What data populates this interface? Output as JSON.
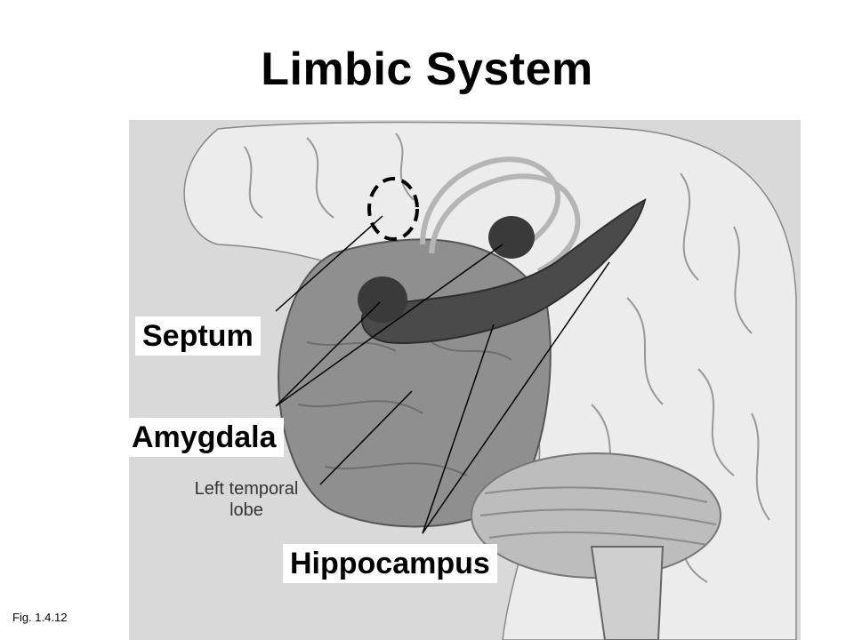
{
  "title": "Limbic System",
  "labels": {
    "septum": "Septum",
    "amygdala": "Amygdala",
    "hippocampus": "Hippocampus",
    "temporal_lobe_line1": "Left temporal",
    "temporal_lobe_line2": "lobe"
  },
  "figure_caption": "Fig. 1.4.12",
  "colors": {
    "background": "#ffffff",
    "brain_tissue": "#e6e6e6",
    "temporal_lobe": "#8f8f8f",
    "structures": "#4a4a4a"
  }
}
